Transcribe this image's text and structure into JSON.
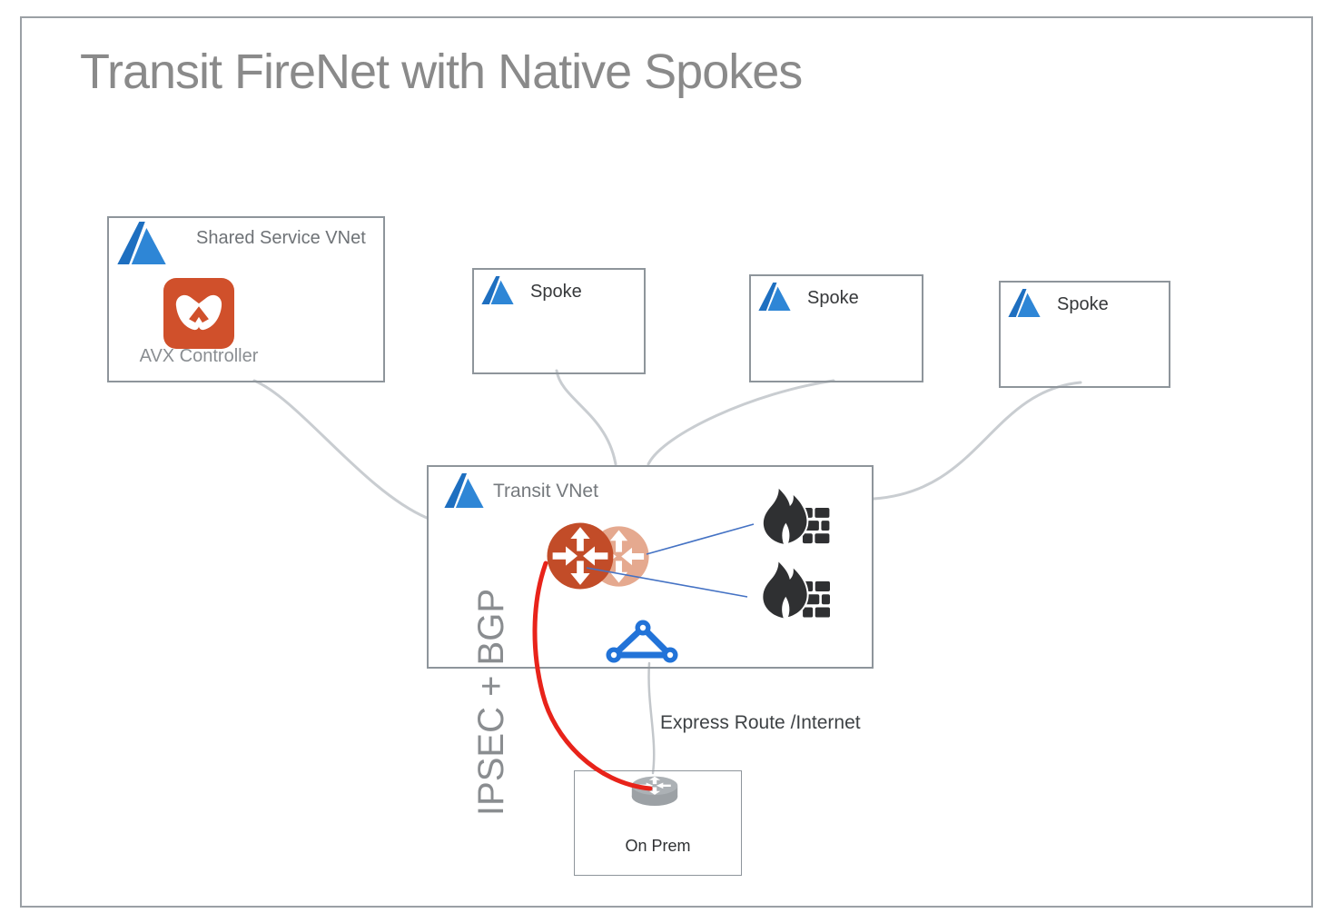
{
  "title": "Transit FireNet with Native Spokes",
  "shared_service": {
    "label": "Shared Service VNet",
    "controller_label": "AVX Controller",
    "icon": "avx-controller-icon"
  },
  "spokes": [
    {
      "label": "Spoke"
    },
    {
      "label": "Spoke"
    },
    {
      "label": "Spoke"
    }
  ],
  "transit": {
    "label": "Transit VNet",
    "icons": [
      "aviatrix-gateway-icon",
      "aviatrix-gateway-faded-icon",
      "firewall-icon",
      "firewall-icon",
      "vnet-peering-icon"
    ]
  },
  "on_prem": {
    "label": "On Prem",
    "icon": "onprem-router-icon"
  },
  "labels": {
    "tunnel": "IPSEC + BGP",
    "express_route": "Express Route /Internet"
  },
  "colors": {
    "azure_blue_dark": "#1E6FC0",
    "azure_blue_light": "#2E86D6",
    "gateway_orange": "#C24C28",
    "gateway_orange_faded": "#E5A98F",
    "avx_orange": "#D0502B",
    "firewall_dark": "#2F3032",
    "peering_blue": "#2273D8",
    "connector_gray": "#C9CDD1",
    "border_gray": "#8E959B",
    "tunnel_red": "#E8231A",
    "firewall_link_blue": "#4472C4",
    "title_gray": "#8A8A8A",
    "router_gray": "#9CA1A5"
  }
}
